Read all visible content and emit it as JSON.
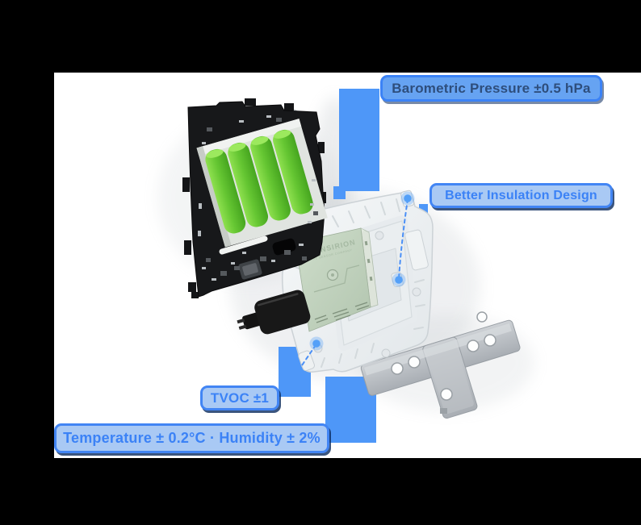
{
  "page": {
    "background_color": "#000000",
    "card_color": "#ffffff"
  },
  "callouts": {
    "barometric": {
      "text": "Barometric Pressure ±0.5 hPa",
      "style": "solid"
    },
    "insulation": {
      "text": "Better Insulation Design",
      "style": "light"
    },
    "tvoc": {
      "text": "TVOC ±1",
      "style": "light"
    },
    "temp_humidity": {
      "text": "Temperature ± 0.2°C · Humidity ± 2%",
      "style": "light"
    }
  },
  "device": {
    "module_brand": "SENSIRION",
    "module_brand_subtitle": "THE SENSOR COMPANY"
  },
  "colors": {
    "callout_solid_bg": "#66a3f2",
    "callout_solid_text": "#2e4e7c",
    "callout_light_bg": "#a9c9f4",
    "callout_border": "#3b82f6",
    "callout_light_text": "#3b82f6",
    "callout_shadow": "#0a2a5e",
    "connector_bar": "#4e97f8",
    "pointer_dot": "#54a0f8",
    "battery_green": "#62c42f",
    "pcb_black": "#17181a",
    "shell_gray": "#eef1f3",
    "bracket_gray": "#b9bec3",
    "module_green_metal": "#c2d3c0"
  }
}
